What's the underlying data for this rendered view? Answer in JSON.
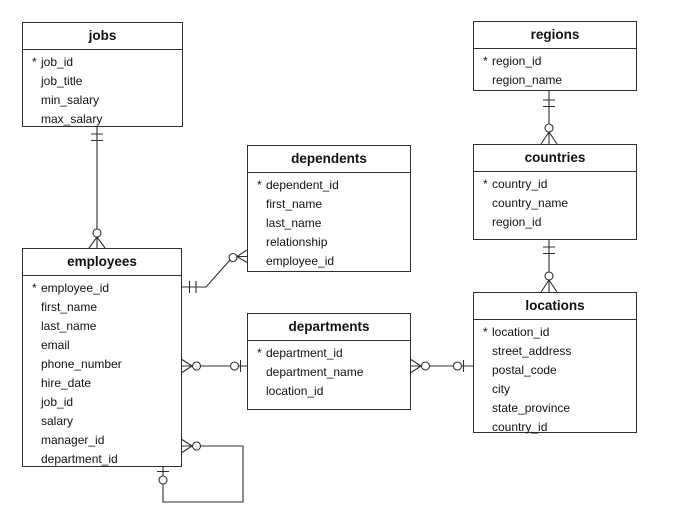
{
  "entities": {
    "jobs": {
      "title": "jobs",
      "fields": [
        {
          "pk": "*",
          "name": "job_id"
        },
        {
          "pk": "",
          "name": "job_title"
        },
        {
          "pk": "",
          "name": "min_salary"
        },
        {
          "pk": "",
          "name": "max_salary"
        }
      ]
    },
    "regions": {
      "title": "regions",
      "fields": [
        {
          "pk": "*",
          "name": "region_id"
        },
        {
          "pk": "",
          "name": "region_name"
        }
      ]
    },
    "dependents": {
      "title": "dependents",
      "fields": [
        {
          "pk": "*",
          "name": "dependent_id"
        },
        {
          "pk": "",
          "name": "first_name"
        },
        {
          "pk": "",
          "name": "last_name"
        },
        {
          "pk": "",
          "name": "relationship"
        },
        {
          "pk": "",
          "name": "employee_id"
        }
      ]
    },
    "countries": {
      "title": "countries",
      "fields": [
        {
          "pk": "*",
          "name": "country_id"
        },
        {
          "pk": "",
          "name": "country_name"
        },
        {
          "pk": "",
          "name": "region_id"
        }
      ]
    },
    "employees": {
      "title": "employees",
      "fields": [
        {
          "pk": "*",
          "name": "employee_id"
        },
        {
          "pk": "",
          "name": "first_name"
        },
        {
          "pk": "",
          "name": "last_name"
        },
        {
          "pk": "",
          "name": "email"
        },
        {
          "pk": "",
          "name": "phone_number"
        },
        {
          "pk": "",
          "name": "hire_date"
        },
        {
          "pk": "",
          "name": "job_id"
        },
        {
          "pk": "",
          "name": "salary"
        },
        {
          "pk": "",
          "name": "manager_id"
        },
        {
          "pk": "",
          "name": "department_id"
        }
      ]
    },
    "departments": {
      "title": "departments",
      "fields": [
        {
          "pk": "*",
          "name": "department_id"
        },
        {
          "pk": "",
          "name": "department_name"
        },
        {
          "pk": "",
          "name": "location_id"
        }
      ]
    },
    "locations": {
      "title": "locations",
      "fields": [
        {
          "pk": "*",
          "name": "location_id"
        },
        {
          "pk": "",
          "name": "street_address"
        },
        {
          "pk": "",
          "name": "postal_code"
        },
        {
          "pk": "",
          "name": "city"
        },
        {
          "pk": "",
          "name": "state_province"
        },
        {
          "pk": "",
          "name": "country_id"
        }
      ]
    }
  },
  "relationships": [
    {
      "from": "jobs",
      "to": "employees",
      "from_cardinality": "one",
      "to_cardinality": "zero-or-many"
    },
    {
      "from": "regions",
      "to": "countries",
      "from_cardinality": "one",
      "to_cardinality": "zero-or-many"
    },
    {
      "from": "countries",
      "to": "locations",
      "from_cardinality": "one",
      "to_cardinality": "zero-or-many"
    },
    {
      "from": "employees",
      "to": "dependents",
      "from_cardinality": "one",
      "to_cardinality": "zero-or-many"
    },
    {
      "from": "employees",
      "to": "departments",
      "from_cardinality": "zero-or-many",
      "to_cardinality": "zero-or-one"
    },
    {
      "from": "departments",
      "to": "locations",
      "from_cardinality": "zero-or-many",
      "to_cardinality": "zero-or-one"
    },
    {
      "from": "employees",
      "to": "employees",
      "from_cardinality": "zero-or-many",
      "to_cardinality": "zero-or-one"
    }
  ],
  "colors": {
    "line": "#2f2f2f",
    "background": "#ffffff",
    "entity_background": "#ffffff",
    "text": "#111111"
  }
}
